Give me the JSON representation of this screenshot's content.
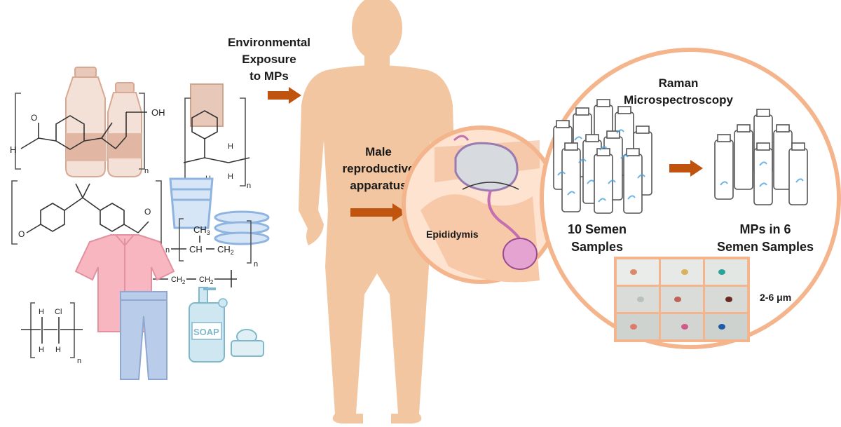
{
  "labels": {
    "exposure": [
      "Environmental",
      "Exposure",
      "to MPs"
    ],
    "reproductive": [
      "Male",
      "reproductive",
      "apparatus"
    ],
    "epididymis": "Epididymis",
    "raman": [
      "Raman",
      "Microspectroscopy"
    ],
    "samples": [
      "10 Semen",
      "Samples"
    ],
    "mps_found": [
      "MPs in 6",
      "Semen Samples"
    ],
    "size": "2-6 μm"
  },
  "chem_text": {
    "oh": "OH",
    "h": "H",
    "n": "n",
    "ch3": "CH",
    "ch3_sub": "3",
    "ch": "CH",
    "ch2": "CH",
    "ch2_sub": "2",
    "cl": "Cl",
    "o": "O",
    "soap": "SOAP"
  },
  "colors": {
    "arrow": "#c0540f",
    "body": "#f2c6a0",
    "circle_ring": "#f4b48c",
    "circle_fill": "#fde3d0",
    "vial_blue": "#4aa3df",
    "shirt": "#f4a8b4",
    "jeans": "#9db9e0",
    "cups": "#a9c8ec",
    "bottles": "#e8c9b9",
    "micro_border": "#f4b48c"
  },
  "micrograph_particles": [
    "#d98b6a",
    "#d8b25a",
    "#2aa39b",
    "#b8c0bd",
    "#c0645a",
    "#6a2a22",
    "#e07a6a",
    "#d05a8a",
    "#1f5aa8"
  ]
}
